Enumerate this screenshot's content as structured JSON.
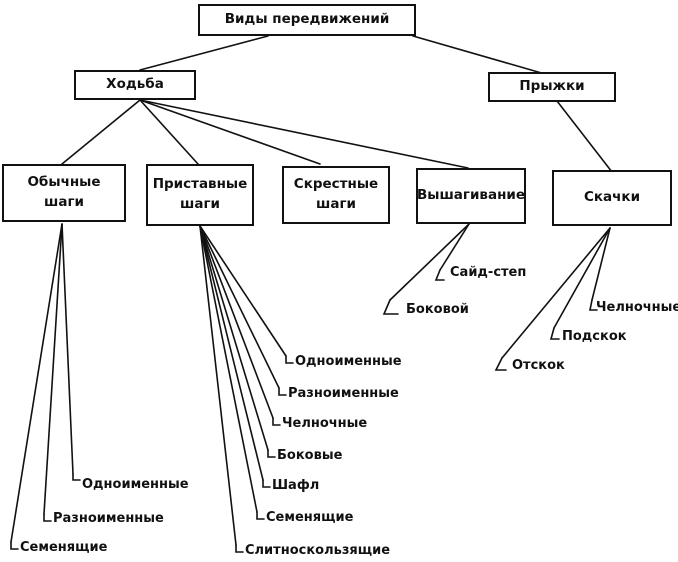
{
  "diagram": {
    "root": "Виды передвижений",
    "walking": "Ходьба",
    "jumps": "Прыжки",
    "walking_types": {
      "ordinary": "Обычные шаги",
      "side": "Приставные\nшаги",
      "cross": "Скрестные\nшаги",
      "stepping": "Вышагивание"
    },
    "jump_types": {
      "gallop": "Скачки"
    },
    "ordinary_items": [
      "Одноименные",
      "Разноименные",
      "Семенящие"
    ],
    "side_items": [
      "Одноименные",
      "Разноименные",
      "Челночные",
      "Боковые",
      "Шафл",
      "Семенящие",
      "Слитноскользящие"
    ],
    "stepping_items": [
      "Сайд-степ",
      "Боковой"
    ],
    "gallop_items": [
      "Челночные",
      "Подскок",
      "Отскок"
    ]
  }
}
